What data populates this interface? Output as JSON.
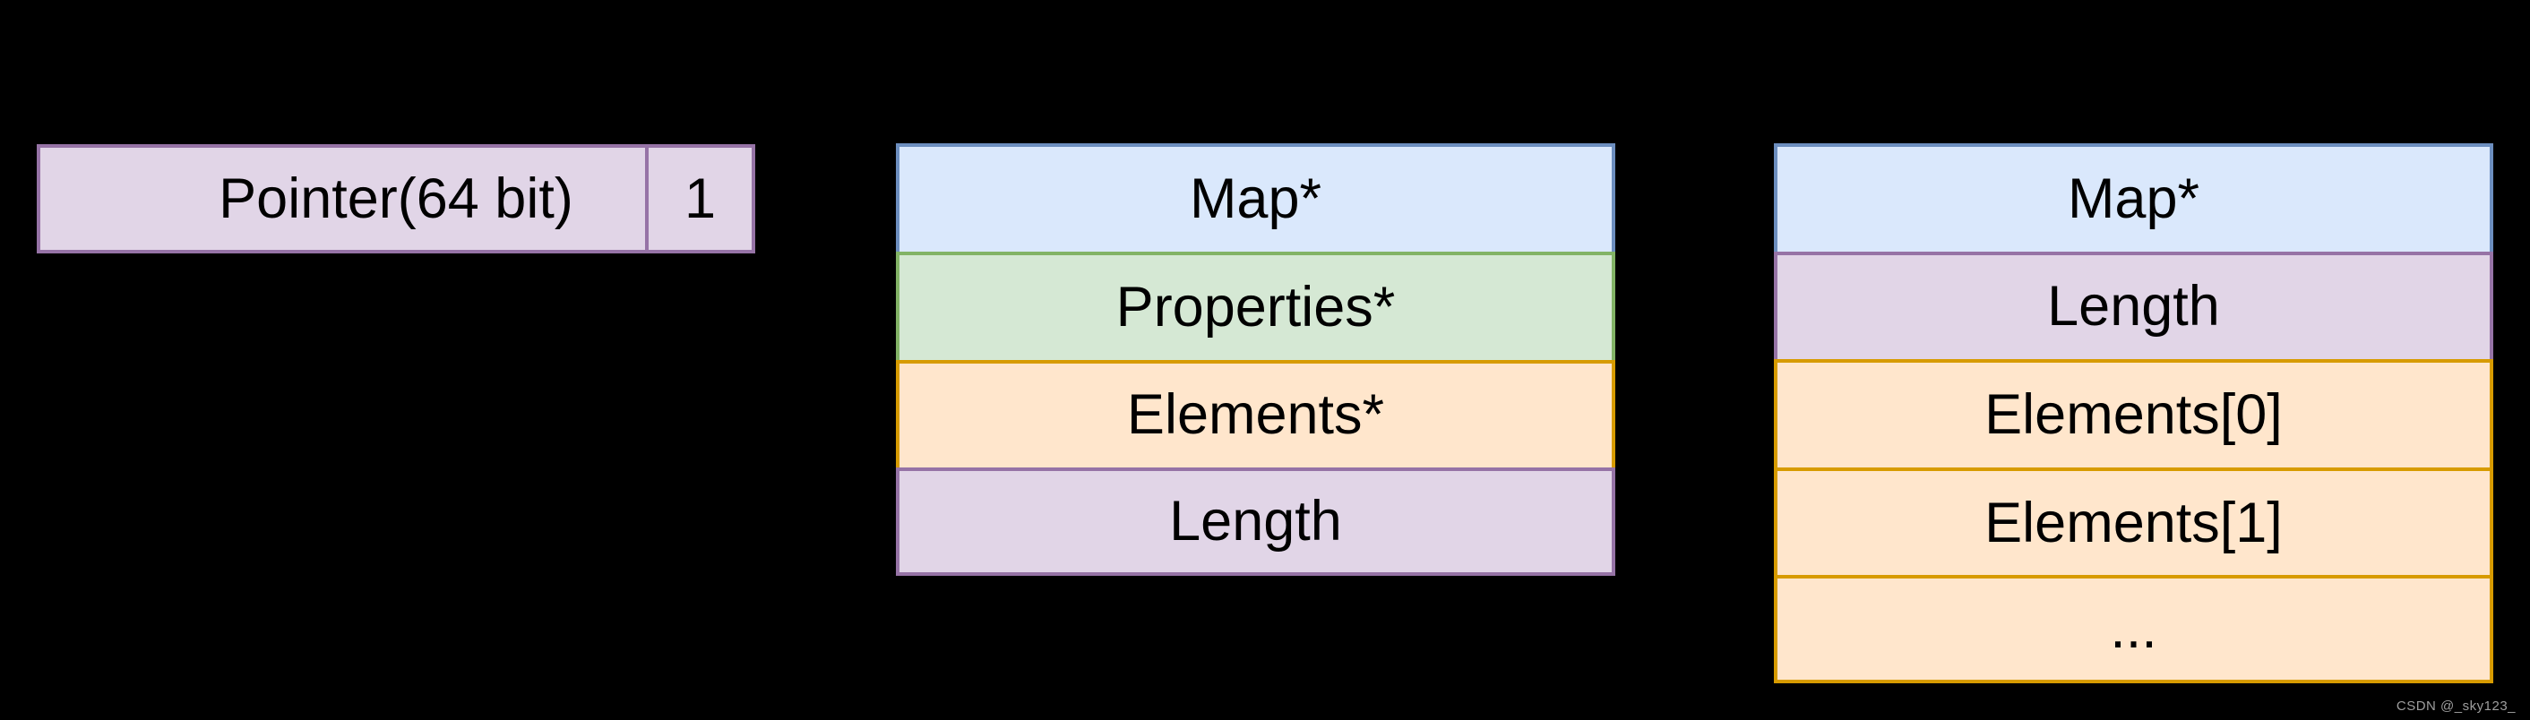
{
  "colors": {
    "background": "#000000",
    "purple_fill": "#E1D5E7",
    "purple_border": "#9673A6",
    "blue_fill": "#DAE8FC",
    "blue_border": "#6C8EBF",
    "green_fill": "#D5E8D4",
    "green_border": "#82B366",
    "orange_fill": "#FFE6CC",
    "orange_border": "#D79B00",
    "text": "#000000",
    "watermark": "#9E9E9E"
  },
  "pointer_box": {
    "label": "Pointer(64 bit)",
    "value": "1"
  },
  "jsarray_box": {
    "rows": [
      {
        "label": "Map*",
        "color": "blue"
      },
      {
        "label": "Properties*",
        "color": "green"
      },
      {
        "label": "Elements*",
        "color": "orange"
      },
      {
        "label": "Length",
        "color": "purple"
      }
    ]
  },
  "elements_box": {
    "rows": [
      {
        "label": "Map*",
        "color": "blue"
      },
      {
        "label": "Length",
        "color": "purple"
      },
      {
        "label": "Elements[0]",
        "color": "orange"
      },
      {
        "label": "Elements[1]",
        "color": "orange"
      },
      {
        "label": "...",
        "color": "orange"
      }
    ]
  },
  "watermark": {
    "text": "CSDN @_sky123_"
  }
}
